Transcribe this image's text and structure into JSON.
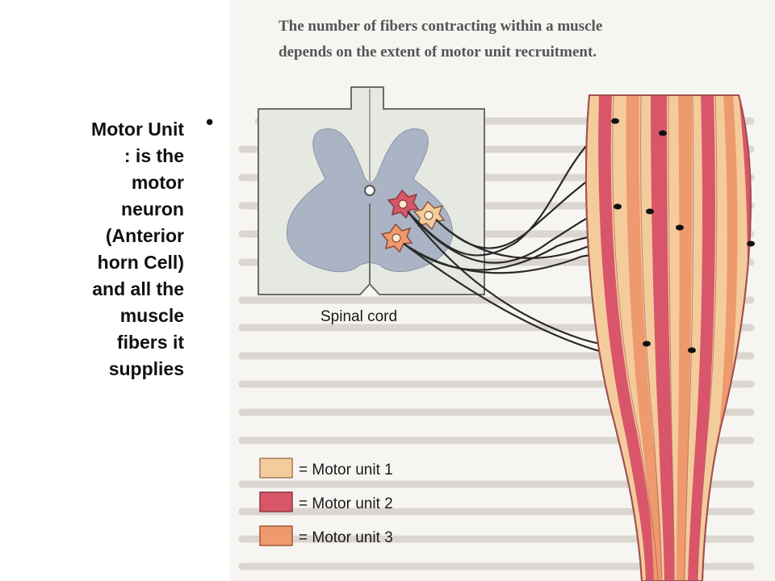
{
  "definition": {
    "lines": [
      "Motor Unit",
      ": is the",
      "motor",
      "neuron",
      "(Anterior",
      "horn Cell)",
      "and all the",
      "muscle",
      "fibers it",
      "supplies"
    ]
  },
  "bullet": "•",
  "figure": {
    "spinal_cord_label": "Spinal cord",
    "legend": [
      {
        "label": "= Motor unit 1",
        "color": "#f4cc9c"
      },
      {
        "label": "= Motor unit 2",
        "color": "#d9566a"
      },
      {
        "label": "= Motor unit 3",
        "color": "#ee9a6e"
      }
    ],
    "background_heading": [
      "The number of fibers contracting within a muscle",
      "depends on the extent of motor unit recruitment."
    ]
  },
  "colors": {
    "gray_matter": "#aab4c4",
    "white_matter": "#e6e8e2",
    "muscle_light": "#f4cc9c",
    "muscle_dark": "#d9566a",
    "muscle_mid": "#ee9a6e"
  }
}
